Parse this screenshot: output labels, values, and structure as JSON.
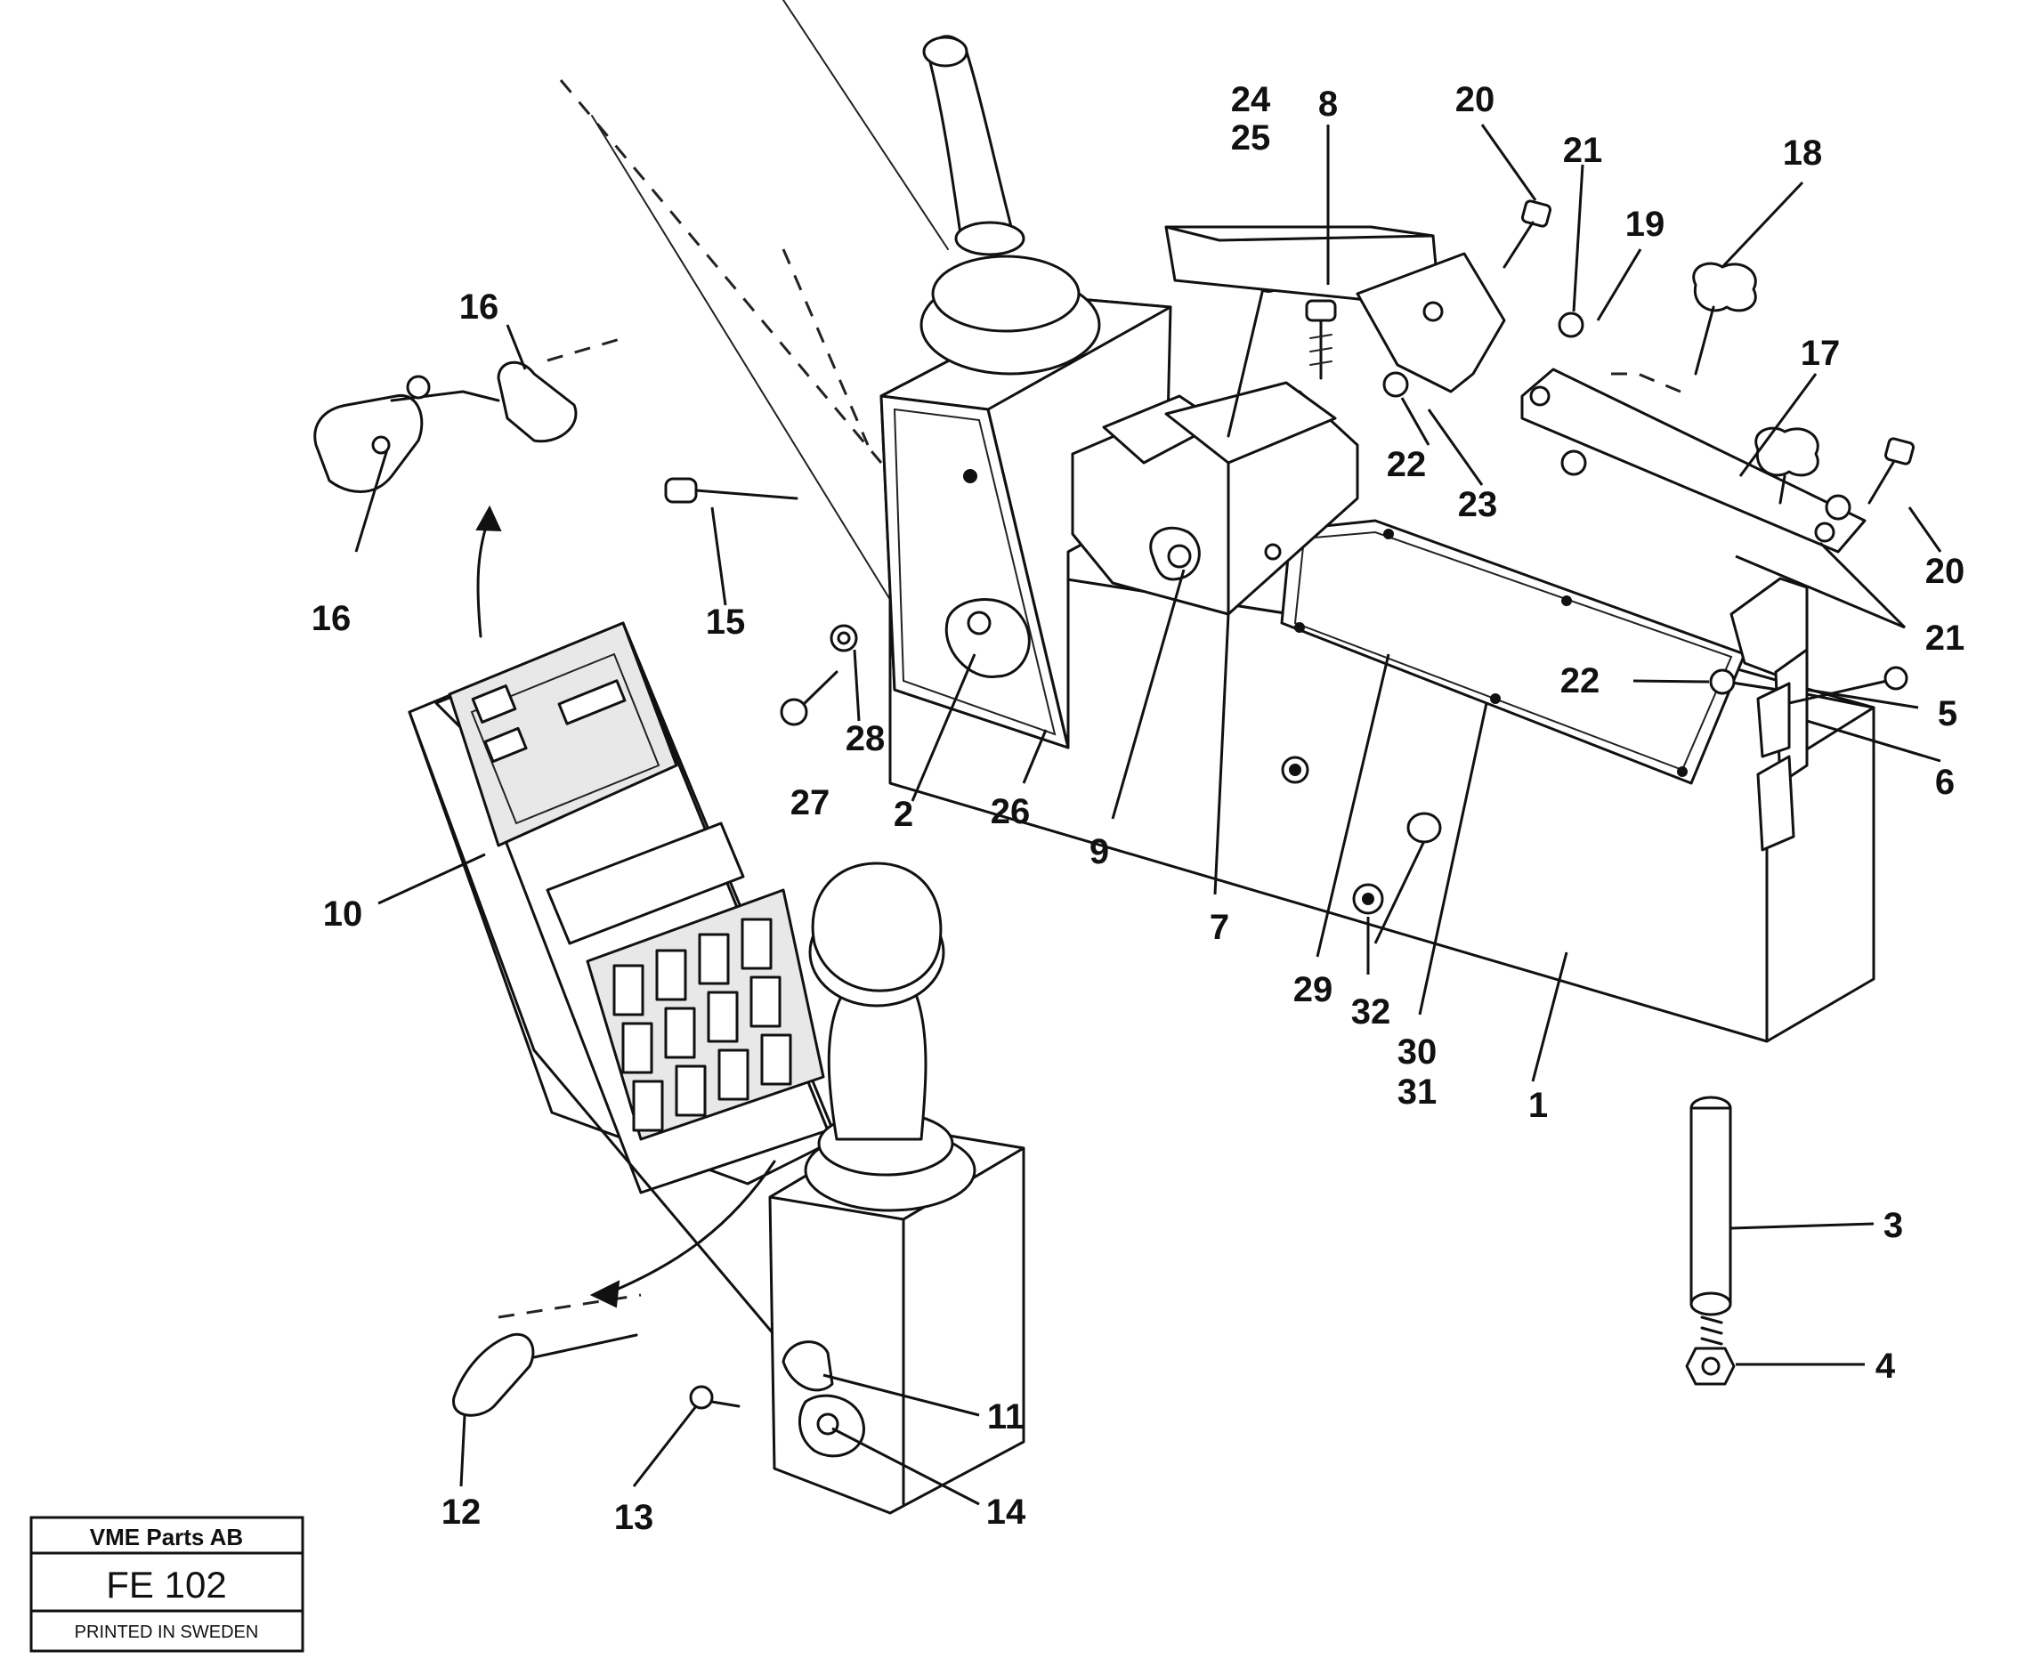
{
  "callouts": [
    {
      "id": "c24",
      "text": "24"
    },
    {
      "id": "c25",
      "text": "25"
    },
    {
      "id": "c8",
      "text": "8"
    },
    {
      "id": "c20a",
      "text": "20"
    },
    {
      "id": "c21a",
      "text": "21"
    },
    {
      "id": "c18",
      "text": "18"
    },
    {
      "id": "c19",
      "text": "19"
    },
    {
      "id": "c17",
      "text": "17"
    },
    {
      "id": "c16a",
      "text": "16"
    },
    {
      "id": "c16b",
      "text": "16"
    },
    {
      "id": "c15",
      "text": "15"
    },
    {
      "id": "c22a",
      "text": "22"
    },
    {
      "id": "c23",
      "text": "23"
    },
    {
      "id": "c20b",
      "text": "20"
    },
    {
      "id": "c21b",
      "text": "21"
    },
    {
      "id": "c22b",
      "text": "22"
    },
    {
      "id": "c5",
      "text": "5"
    },
    {
      "id": "c6",
      "text": "6"
    },
    {
      "id": "c28",
      "text": "28"
    },
    {
      "id": "c27",
      "text": "27"
    },
    {
      "id": "c2",
      "text": "2"
    },
    {
      "id": "c26",
      "text": "26"
    },
    {
      "id": "c9",
      "text": "9"
    },
    {
      "id": "c7",
      "text": "7"
    },
    {
      "id": "c10",
      "text": "10"
    },
    {
      "id": "c29",
      "text": "29"
    },
    {
      "id": "c32",
      "text": "32"
    },
    {
      "id": "c30",
      "text": "30"
    },
    {
      "id": "c31",
      "text": "31"
    },
    {
      "id": "c1",
      "text": "1"
    },
    {
      "id": "c3",
      "text": "3"
    },
    {
      "id": "c4",
      "text": "4"
    },
    {
      "id": "c11",
      "text": "11"
    },
    {
      "id": "c12",
      "text": "12"
    },
    {
      "id": "c13",
      "text": "13"
    },
    {
      "id": "c14",
      "text": "14"
    }
  ],
  "stamp": {
    "company": "VME Parts AB",
    "code": "FE 102",
    "printed": "PRINTED IN SWEDEN"
  }
}
